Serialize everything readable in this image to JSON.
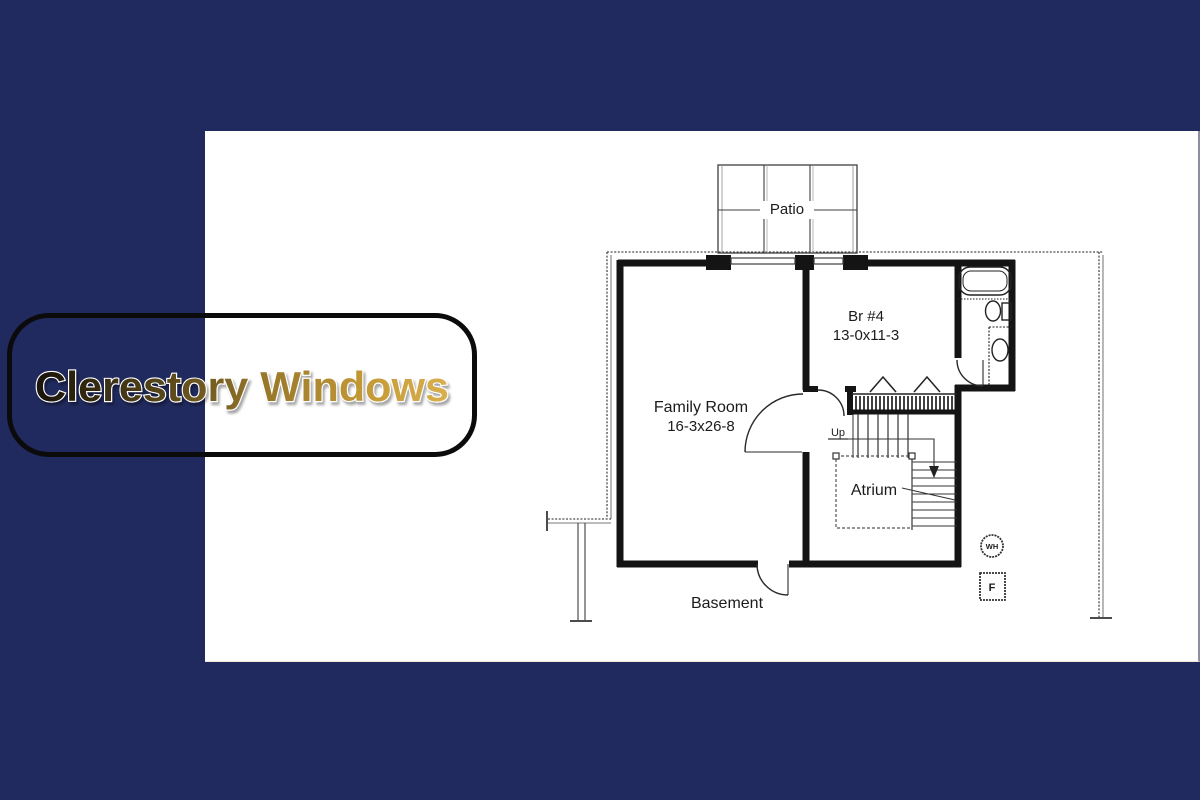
{
  "page": {
    "background_color": "#212a5e",
    "panel_color": "#ffffff"
  },
  "title_card": {
    "label": "Clerestory Windows",
    "border_color": "#0b0b0b",
    "text_gradient": [
      "#181309",
      "#55451a",
      "#96762a",
      "#c49a36",
      "#d9b04e"
    ],
    "text_outline_color": "#ffffff"
  },
  "floor_plan": {
    "line_color": "#141414",
    "thin_line_color": "#4c4c4c",
    "labels": {
      "patio": "Patio",
      "family_room_name": "Family Room",
      "family_room_dims": "16-3x26-8",
      "bedroom_name": "Br #4",
      "bedroom_dims": "13-0x11-3",
      "atrium": "Atrium",
      "up": "Up",
      "basement": "Basement",
      "water_heater": "WH",
      "furnace": "F"
    }
  }
}
